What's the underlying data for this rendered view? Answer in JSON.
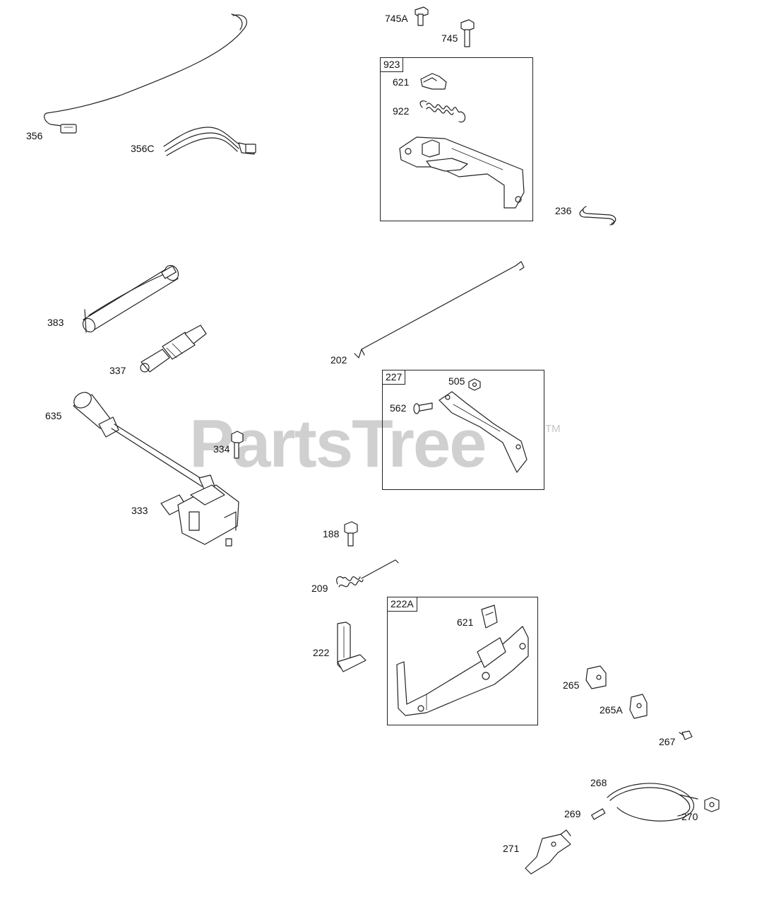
{
  "watermark": {
    "text": "PartsTree",
    "trademark": "TM"
  },
  "boxes": [
    {
      "id": "923",
      "tag": "923"
    },
    {
      "id": "227",
      "tag": "227"
    },
    {
      "id": "222A",
      "tag": "222A"
    }
  ],
  "labels": {
    "p356": "356",
    "p356c": "356C",
    "p745a": "745A",
    "p745": "745",
    "p621_top": "621",
    "p922": "922",
    "p236": "236",
    "p383": "383",
    "p337": "337",
    "p202": "202",
    "p505": "505",
    "p562": "562",
    "p635": "635",
    "p334": "334",
    "p333": "333",
    "p188": "188",
    "p209": "209",
    "p621_bottom": "621",
    "p222": "222",
    "p265": "265",
    "p265a": "265A",
    "p267": "267",
    "p268": "268",
    "p269": "269",
    "p270": "270",
    "p271": "271"
  }
}
